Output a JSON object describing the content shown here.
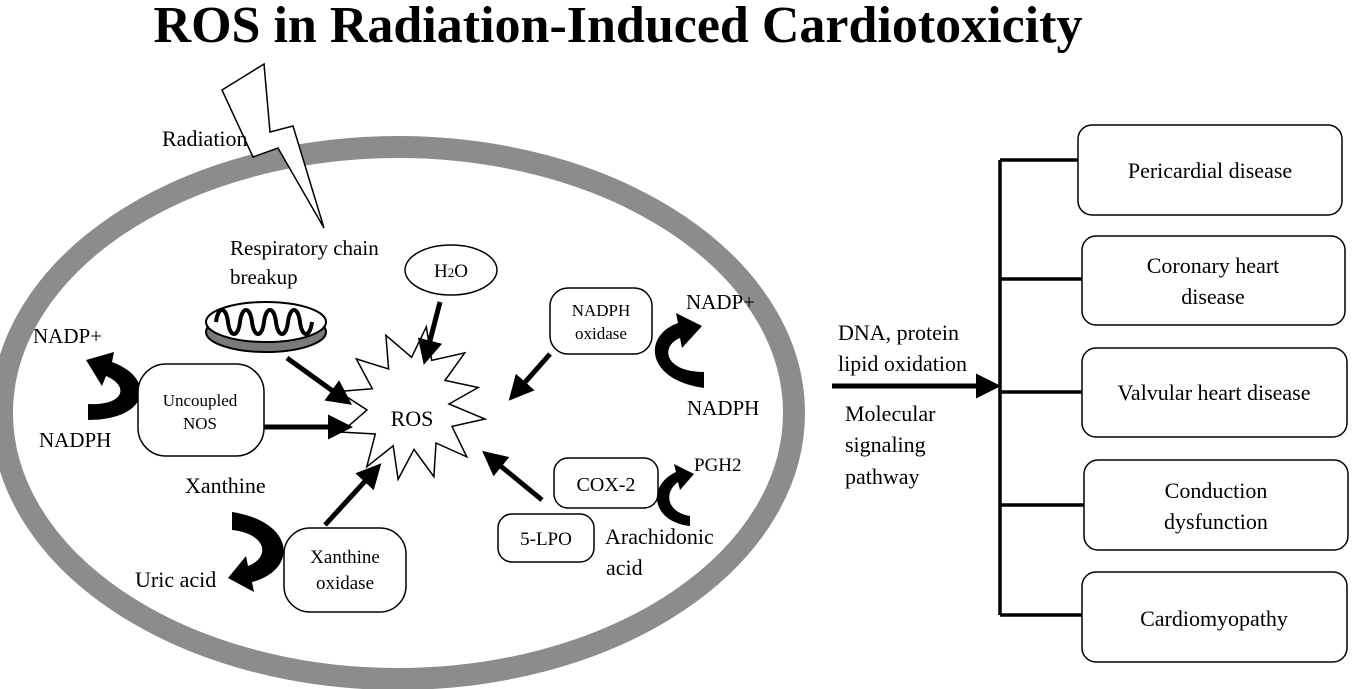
{
  "title": "ROS in Radiation-Induced Cardiotoxicity",
  "cell": {
    "radiation_label": "Radiation",
    "respiratory_line1": "Respiratory chain",
    "respiratory_line2": "breakup",
    "h2o_main": "H",
    "h2o_sub": "2",
    "h2o_end": "O",
    "ros_label": "ROS",
    "nadph_oxidase_line1": "NADPH",
    "nadph_oxidase_line2": "oxidase",
    "nadp_right": "NADP+",
    "nadph_right": "NADPH",
    "nadp_left": "NADP+",
    "nadph_left": "NADPH",
    "uncoupled_line1": "Uncoupled",
    "uncoupled_line2": "NOS",
    "xanthine_label": "Xanthine",
    "uric_acid_label": "Uric acid",
    "xanthine_oxidase_line1": "Xanthine",
    "xanthine_oxidase_line2": "oxidase",
    "cox2_label": "COX-2",
    "pgh2_label": "PGH2",
    "lpo_label": "5-LPO",
    "arachidonic_line1": "Arachidonic",
    "arachidonic_line2": "acid"
  },
  "pathway": {
    "dna_line1": "DNA, protein",
    "dna_line2": "lipid oxidation",
    "molecular_line1": "Molecular",
    "molecular_line2": "signaling",
    "molecular_line3": "pathway"
  },
  "outcomes": {
    "pericardial": "Pericardial disease",
    "coronary_line1": "Coronary heart",
    "coronary_line2": "disease",
    "valvular": "Valvular heart disease",
    "conduction_line1": "Conduction",
    "conduction_line2": "dysfunction",
    "cardiomyopathy": "Cardiomyopathy"
  }
}
